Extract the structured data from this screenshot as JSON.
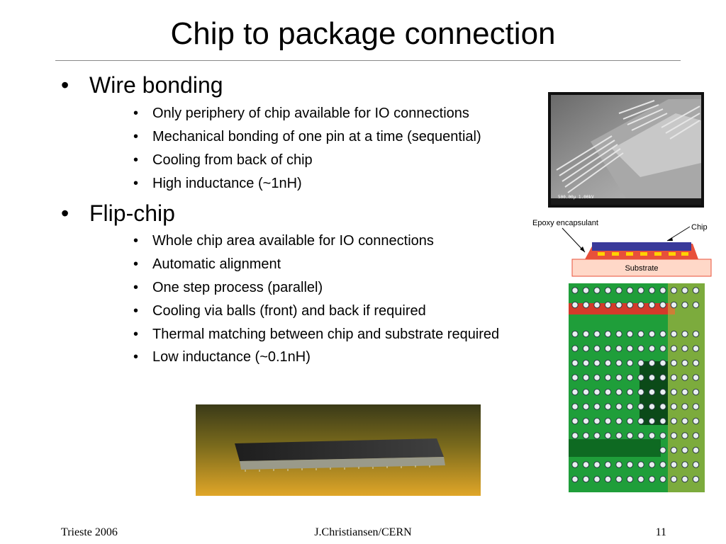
{
  "slide": {
    "title": "Chip to package connection"
  },
  "sections": [
    {
      "heading": "Wire bonding",
      "items": [
        "Only periphery of chip available for IO connections",
        "Mechanical bonding of one pin at a time (sequential)",
        "Cooling from back of chip",
        "High inductance (~1nH)"
      ]
    },
    {
      "heading": "Flip-chip",
      "items": [
        "Whole chip area available for IO connections",
        "Automatic alignment",
        "One step process (parallel)",
        "Cooling via balls (front) and back if required",
        "Thermal matching between chip and substrate required",
        "Low inductance (~0.1nH)"
      ]
    }
  ],
  "figures": {
    "sem_caption": "500.00µ 1.00kV",
    "diagram": {
      "epoxy_label": "Epoxy encapsulant",
      "chip_label": "Chip",
      "substrate_label": "Substrate"
    }
  },
  "footer": {
    "left": "Trieste 2006",
    "center": "J.Christiansen/CERN",
    "right": "11"
  },
  "colors": {
    "chip": "#3a3a9a",
    "bumps": "#ffd200",
    "encapsulant": "#e8503a",
    "substrate": "#ffd8c8",
    "die_green": "#1f9e3a",
    "die_red": "#d43a2a"
  }
}
